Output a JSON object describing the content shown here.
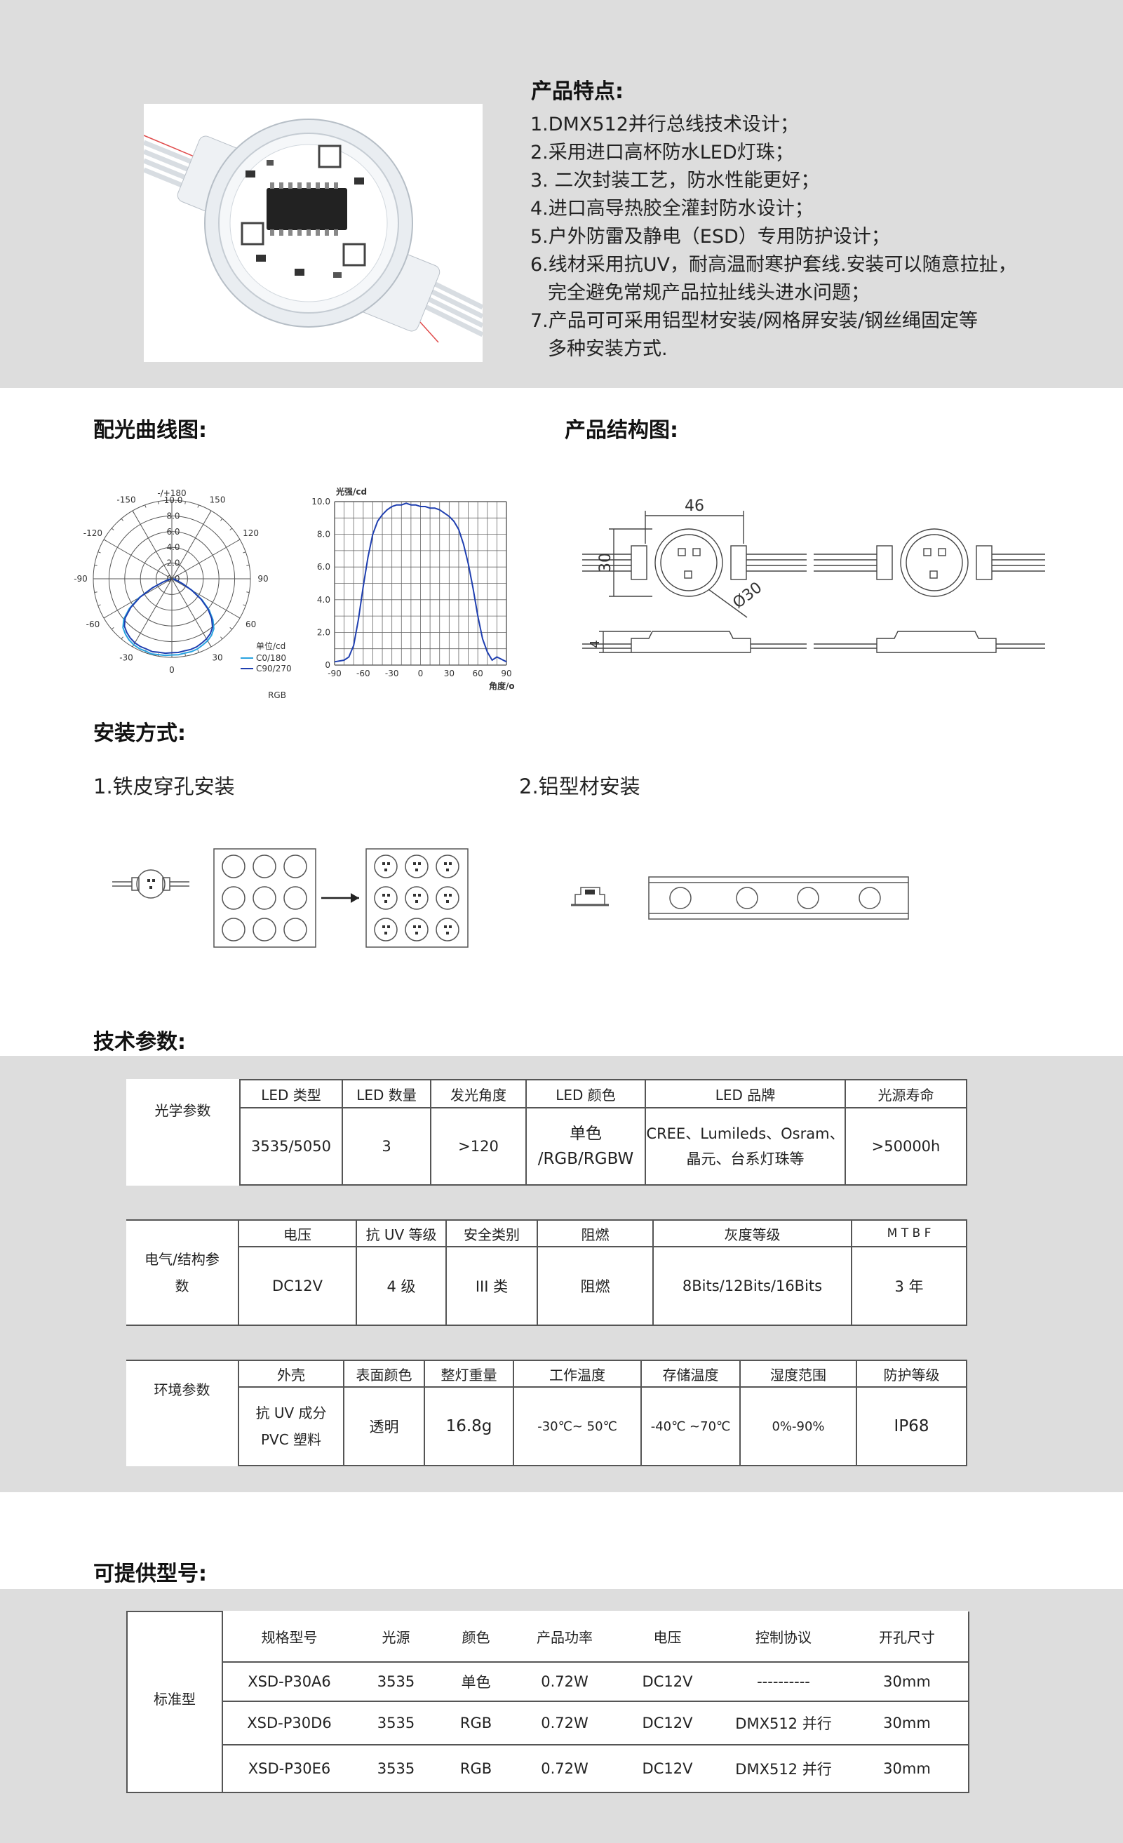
{
  "features": {
    "title": "产品特点:",
    "lines": [
      {
        "text": "1.DMX512并行总线技术设计；",
        "indent": false
      },
      {
        "text": "2.采用进口高杯防水LED灯珠；",
        "indent": false
      },
      {
        "text": "3. 二次封装工艺，防水性能更好；",
        "indent": false
      },
      {
        "text": "4.进口高导热胶全灌封防水设计；",
        "indent": false
      },
      {
        "text": "5.户外防雷及静电（ESD）专用防护设计；",
        "indent": false
      },
      {
        "text": "6.线材采用抗UV，耐高温耐寒护套线.安装可以随意拉扯，",
        "indent": false
      },
      {
        "text": "完全避免常规产品拉扯线头进水问题；",
        "indent": true
      },
      {
        "text": "7.产品可可采用铝型材安装/网格屏安装/钢丝绳固定等",
        "indent": false
      },
      {
        "text": "多种安装方式.",
        "indent": true
      }
    ]
  },
  "light_curve": {
    "title": "配光曲线图:",
    "polar": {
      "top_label": "-/+180",
      "angle_labels": [
        "-150",
        "150",
        "-120",
        "120",
        "-90",
        "90",
        "-60",
        "60",
        "-30",
        "30",
        "0"
      ],
      "ring_labels": [
        "10.0",
        "8.0",
        "6.0",
        "4.0",
        "2.0",
        "0.0"
      ],
      "legend_unit": "单位/cd",
      "legend_c0": "C0/180",
      "legend_c90": "C90/270",
      "footer": "RGB",
      "color_c0": "#29a3e0",
      "color_c90": "#1f3fb0"
    }
  },
  "chart_data": {
    "type": "line",
    "title": "",
    "ylabel": "光强/cd",
    "xlabel": "角度/o",
    "xlim": [
      -90,
      90
    ],
    "ylim": [
      0,
      10
    ],
    "xticks": [
      "-90",
      "-60",
      "-30",
      "0",
      "30",
      "60",
      "90"
    ],
    "yticks": [
      "10.0",
      "8.0",
      "6.0",
      "4.0",
      "2.0",
      "0"
    ],
    "grid": true,
    "series": [
      {
        "color": "#1f3fb0",
        "x": [
          -90,
          -80,
          -75,
          -70,
          -65,
          -60,
          -55,
          -50,
          -45,
          -40,
          -35,
          -30,
          -25,
          -20,
          -15,
          -10,
          -5,
          0,
          5,
          10,
          15,
          20,
          25,
          30,
          35,
          40,
          45,
          50,
          55,
          60,
          65,
          70,
          75,
          80,
          90
        ],
        "y": [
          0.2,
          0.3,
          0.5,
          1.2,
          2.8,
          4.8,
          6.6,
          8.0,
          8.8,
          9.2,
          9.5,
          9.7,
          9.8,
          9.8,
          9.9,
          9.8,
          9.8,
          9.7,
          9.7,
          9.6,
          9.6,
          9.5,
          9.3,
          9.1,
          8.8,
          8.3,
          7.4,
          6.2,
          4.7,
          3.0,
          1.6,
          0.8,
          0.3,
          0.5,
          0.2
        ]
      }
    ]
  },
  "structure": {
    "title": "产品结构图:",
    "dim_width": "46",
    "dim_height": "30",
    "dim_diameter": "Ø30",
    "dim_depth": "4"
  },
  "install": {
    "title": "安装方式:",
    "method1": "1.铁皮穿孔安装",
    "method2": "2.铝型材安装"
  },
  "tech": {
    "title": "技术参数:",
    "optical": {
      "label": "光学参数",
      "headers": [
        "LED 类型",
        "LED 数量",
        "发光角度",
        "LED 颜色",
        "LED 品牌",
        "光源寿命"
      ],
      "values": [
        "3535/5050",
        "3",
        ">120",
        "单色\n/RGB/RGBW",
        "CREE、Lumileds、Osram、\n晶元、台系灯珠等",
        ">50000h"
      ]
    },
    "electrical": {
      "label": "电气/结构参\n数",
      "headers": [
        "电压",
        "抗 UV 等级",
        "安全类别",
        "阻燃",
        "灰度等级",
        "M T B F"
      ],
      "values": [
        "DC12V",
        "4 级",
        "III 类",
        "阻燃",
        "8Bits/12Bits/16Bits",
        "3 年"
      ]
    },
    "environment": {
      "label": "环境参数",
      "headers": [
        "外壳",
        "表面颜色",
        "整灯重量",
        "工作温度",
        "存储温度",
        "湿度范围",
        "防护等级"
      ],
      "values": [
        "抗 UV 成分\nPVC 塑料",
        "透明",
        "16.8g",
        "-30℃~ 50℃",
        "-40℃  ~70℃",
        "0%-90%",
        "IP68"
      ]
    }
  },
  "models": {
    "title": "可提供型号:",
    "group_label": "标准型",
    "headers": [
      "规格型号",
      "光源",
      "颜色",
      "产品功率",
      "电压",
      "控制协议",
      "开孔尺寸"
    ],
    "rows": [
      [
        "XSD-P30A6",
        "3535",
        "单色",
        "0.72W",
        "DC12V",
        "----------",
        "30mm"
      ],
      [
        "XSD-P30D6",
        "3535",
        "RGB",
        "0.72W",
        "DC12V",
        "DMX512 并行",
        "30mm"
      ],
      [
        "XSD-P30E6",
        "3535",
        "RGB",
        "0.72W",
        "DC12V",
        "DMX512 并行",
        "30mm"
      ]
    ]
  }
}
